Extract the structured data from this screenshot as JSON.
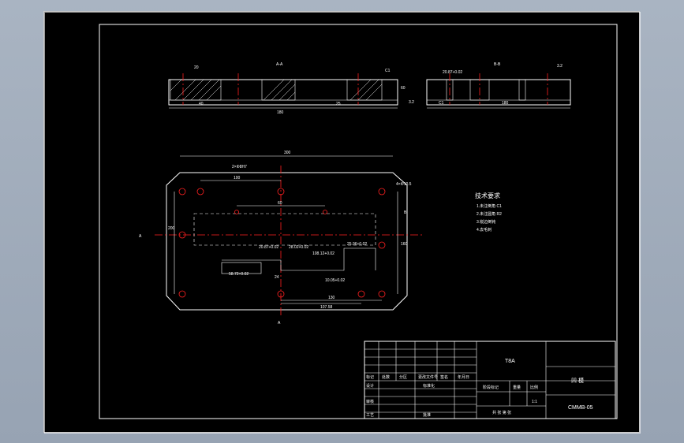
{
  "drawing": {
    "tech_req": {
      "title": "技术要求",
      "lines": [
        "1.未注倒角 C1",
        "2.未注圆角 R2",
        "3.锐边倒钝",
        "4.去毛刺"
      ]
    },
    "title_block": {
      "material": "T8A",
      "part_name": "凹  模",
      "drawing_no": "CMMB-05",
      "scale": "1:1",
      "sheet_info": "共 张  第 张",
      "header_labels": [
        "标记",
        "处数",
        "分区",
        "更改文件号",
        "签名",
        "年月日"
      ],
      "row_labels": [
        "设计",
        "审核",
        "工艺"
      ],
      "std_label": "标准化",
      "approve_label": "批准",
      "stage_label": "阶段标记",
      "weight_label": "重量",
      "ratio_label": "比例"
    },
    "dims": {
      "overall_width": "300",
      "height_200": "200",
      "d160": "160",
      "d130": "130",
      "d180": "180",
      "d100": "100",
      "d25": "25",
      "d60": "60",
      "d24": "24",
      "d40": "40",
      "d20": "20",
      "hole_note": "4×Φ10.5",
      "pin_note": "2×Φ8H7",
      "fit_1": "20.87+0.02",
      "fit_2": "28.02+0.02",
      "fit_3": "25.96+0.02",
      "fit_4": "108.12+0.02",
      "fit_5": "10.05+0.02",
      "fit_6": "58.72+0.02",
      "dim_107": "107.58",
      "side_60": "60",
      "side_c1": "C1",
      "side_180": "180",
      "sec_aa": "A-A",
      "sec_bb": "B-B",
      "rough": "3.2",
      "lbl_a": "A",
      "lbl_b": "B"
    }
  }
}
